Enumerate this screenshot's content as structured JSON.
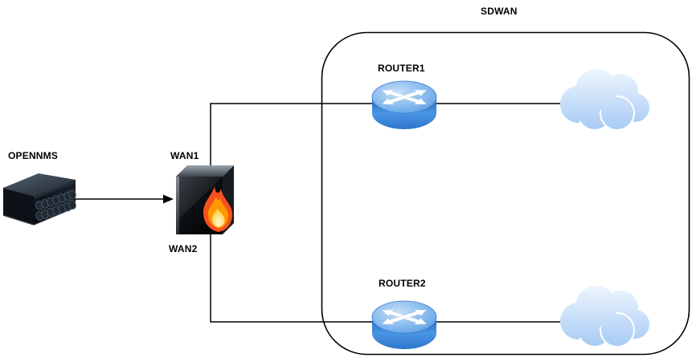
{
  "diagram": {
    "background": "#ffffff",
    "container": {
      "label": "SDWAN"
    },
    "nodes": {
      "server": {
        "label": "OPENNMS",
        "type": "server-rack"
      },
      "firewall": {
        "label_top": "WAN1",
        "label_bottom": "WAN2",
        "type": "firewall"
      },
      "router1": {
        "label": "ROUTER1",
        "type": "router"
      },
      "router2": {
        "label": "ROUTER2",
        "type": "router"
      },
      "cloud1": {
        "type": "cloud"
      },
      "cloud2": {
        "type": "cloud"
      }
    },
    "colors": {
      "connector": "#000000",
      "label_text": "#000000",
      "router_top": "#9ecbf2",
      "router_side": "#2f7bd2",
      "cloud_top": "#f2f8ff",
      "cloud_bottom": "#9fc5f2",
      "flame_outer": "#f4511e",
      "flame_mid": "#ff9800",
      "flame_core": "#ffecb3",
      "firewall_body": "#0a0d12"
    }
  }
}
